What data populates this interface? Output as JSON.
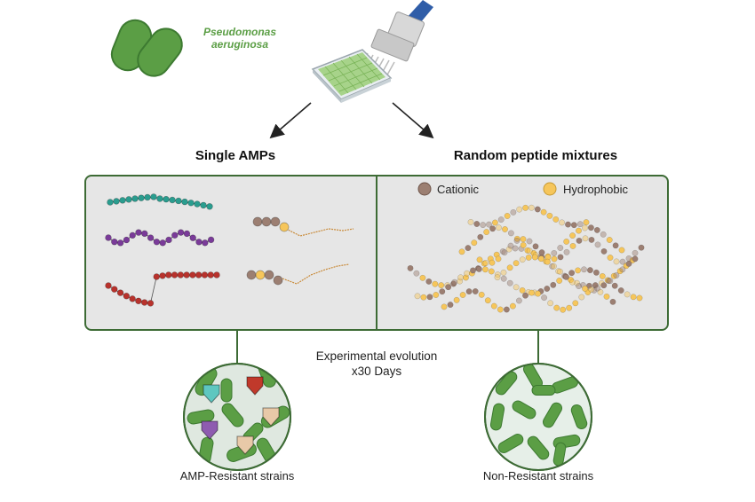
{
  "organism": {
    "line1": "Pseudomonas",
    "line2": "aeruginosa",
    "color": "#5b9e45"
  },
  "panels": {
    "left_title": "Single AMPs",
    "right_title": "Random peptide mixtures",
    "box_border_color": "#3d6b35",
    "box_fill_color": "#e6e6e6"
  },
  "legend": {
    "cationic_label": "Cationic",
    "hydrophobic_label": "Hydrophobic",
    "cationic_color": "#9c7f72",
    "hydrophobic_color": "#f6c65b"
  },
  "process": {
    "line1": "Experimental evolution",
    "line2": "x30 Days"
  },
  "outcomes": {
    "left_label": "AMP-Resistant strains",
    "right_label": "Non-Resistant strains"
  },
  "peptide_colors": {
    "teal": "#2a9d8f",
    "purple": "#7a3b99",
    "red": "#b8322c",
    "brown": "#9c7f72",
    "yellow": "#f6c65b"
  },
  "icons": {
    "plate": "multi-well-plate-icon",
    "pipette": "multichannel-pipette-icon",
    "bacteria": "rod-bacteria-icon"
  }
}
